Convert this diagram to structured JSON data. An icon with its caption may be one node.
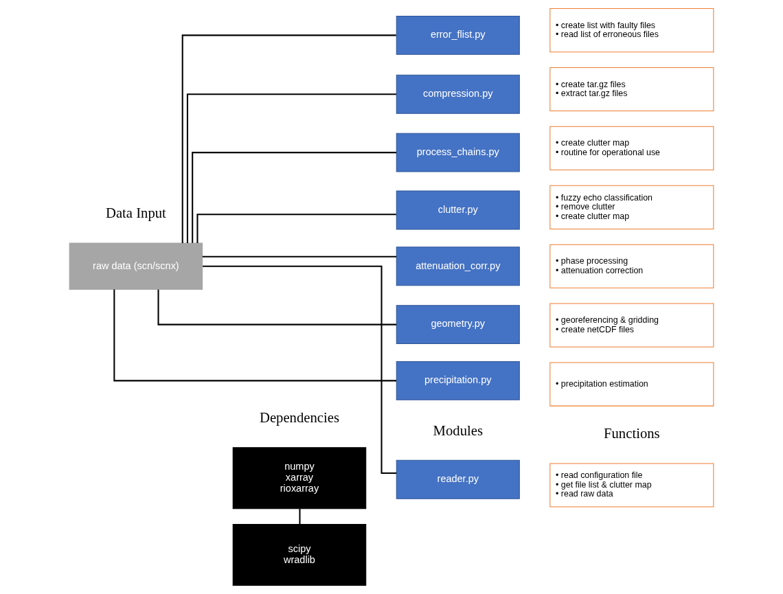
{
  "diagram": {
    "nodes": [
      {
        "text": [
          "raw data (scn/scnx)"
        ]
      },
      {
        "text": [
          "numpy",
          "xarray",
          "rioxarray"
        ]
      },
      {
        "text": [
          "scipy",
          "wradlib"
        ]
      },
      {
        "text": [
          "reader.py"
        ]
      },
      {
        "text": [
          "clutter.py"
        ]
      },
      {
        "text": [
          "attenuation_corr.py"
        ]
      },
      {
        "text": [
          "geometry.py"
        ]
      },
      {
        "text": [
          "precipitation.py"
        ]
      },
      {
        "text": [
          "error_flist.py"
        ]
      },
      {
        "text": [
          "compression.py"
        ]
      },
      {
        "text": [
          "process_chains.py"
        ]
      },
      {
        "text": [
          "• read configuration file",
          "• get file list & clutter map",
          "• read raw data"
        ]
      },
      {
        "text": [
          "• fuzzy echo classification",
          "• remove clutter",
          "• create clutter map"
        ]
      },
      {
        "text": [
          "• phase processing",
          "• attenuation correction"
        ]
      },
      {
        "text": [
          "• georeferencing & gridding",
          "• create netCDF files"
        ]
      },
      {
        "text": [
          "• precipitation estimation"
        ]
      },
      {
        "text": [
          "• create list with faulty files",
          "• read list of erroneous files"
        ]
      },
      {
        "text": [
          "• create tar.gz files",
          "• extract tar.gz files"
        ]
      },
      {
        "text": [
          "• create clutter map",
          "• routine for operational use"
        ]
      }
    ],
    "edges": [
      {
        "from": 0,
        "to": 3,
        "arrow": "none"
      },
      {
        "from": 0,
        "to": 4,
        "arrow": "none"
      },
      {
        "from": 0,
        "to": 5,
        "arrow": "none"
      },
      {
        "from": 0,
        "to": 6,
        "arrow": "none"
      },
      {
        "from": 0,
        "to": 7,
        "arrow": "none"
      },
      {
        "from": 0,
        "to": 8,
        "arrow": "none"
      },
      {
        "from": 0,
        "to": 9,
        "arrow": "none"
      },
      {
        "from": 0,
        "to": 10,
        "arrow": "none"
      },
      {
        "from": 1,
        "to": 2,
        "arrow": "none"
      }
    ],
    "labels": [
      "Modules",
      "Functions",
      "Dependencies",
      "Data Input"
    ]
  }
}
